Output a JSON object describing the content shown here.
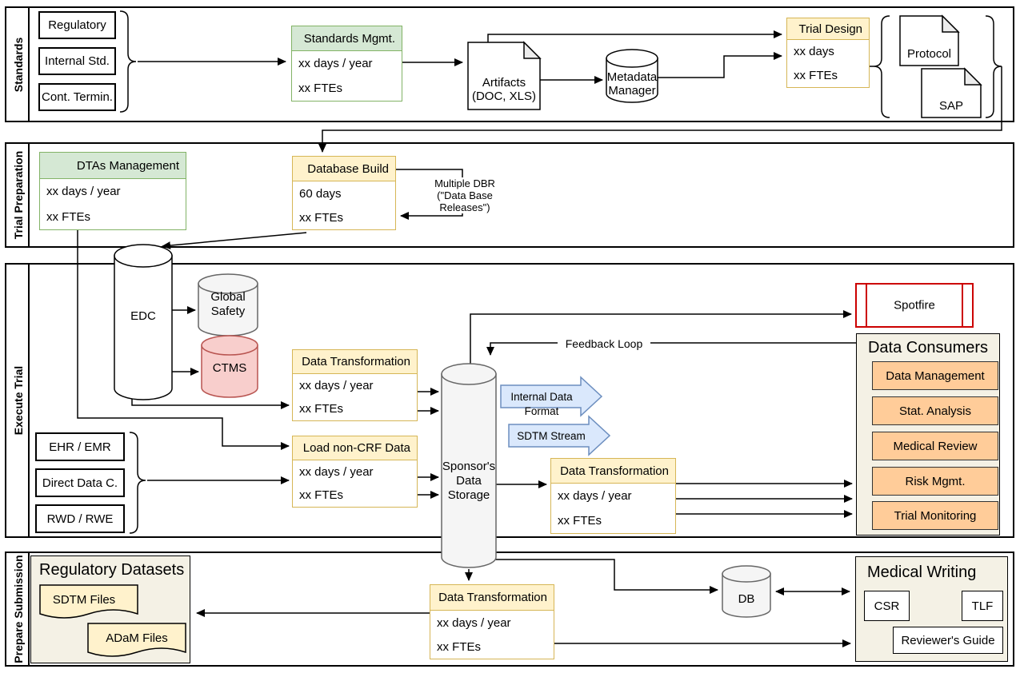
{
  "colors": {
    "green_fill": "#d5e8d4",
    "green_border": "#82b366",
    "yellow_fill": "#fff2cc",
    "yellow_border": "#d6b656",
    "orange_fill": "#ffcc99",
    "red_accent": "#cc0000",
    "pink_fill": "#f8cecc",
    "pink_border": "#b85450",
    "blue_fill": "#dae8fc",
    "blue_border": "#6c8ebf",
    "gray_fill": "#f5f5f5",
    "gray_border": "#666666",
    "beige_fill": "#f4f1e5"
  },
  "lanes": {
    "lane1": "Standards",
    "lane2": "Trial Preparation",
    "lane3": "Execute Trial",
    "lane4": "Prepare Submission"
  },
  "standards": {
    "inputs": [
      "Regulatory",
      "Internal Std.",
      "Cont. Termin."
    ],
    "standards_mgmt": {
      "title": "Standards Mgmt.",
      "row1": "xx days / year",
      "row2": "xx FTEs"
    },
    "artifacts": {
      "line1": "Artifacts",
      "line2": "(DOC, XLS)"
    },
    "metadata_manager": {
      "line1": "Metadata",
      "line2": "Manager"
    },
    "trial_design": {
      "title": "Trial Design",
      "row1": "xx days",
      "row2": "xx FTEs"
    },
    "protocol": "Protocol",
    "sap": "SAP"
  },
  "trial_preparation": {
    "dtas_mgmt": {
      "title": "DTAs Management",
      "row1": "xx days / year",
      "row2": "xx FTEs"
    },
    "database_build": {
      "title": "Database Build",
      "row1": "60 days",
      "row2": "xx FTEs"
    },
    "multiple_dbr": {
      "line1": "Multiple DBR",
      "line2": "(\"Data Base",
      "line3": "Releases\")"
    }
  },
  "execute_trial": {
    "edc": "EDC",
    "global_safety": {
      "line1": "Global",
      "line2": "Safety"
    },
    "ctms": "CTMS",
    "data_transformation1": {
      "title": "Data Transformation",
      "row1": "xx days / year",
      "row2": "xx FTEs"
    },
    "sources": [
      "EHR / EMR",
      "Direct Data C.",
      "RWD / RWE"
    ],
    "load_noncrf": {
      "title": "Load non-CRF Data",
      "row1": "xx days / year",
      "row2": "xx FTEs"
    },
    "sponsor_storage": {
      "line1": "Sponsor's",
      "line2": "Data",
      "line3": "Storage"
    },
    "internal_data_format": "Internal Data Format",
    "sdtm_stream": "SDTM Stream",
    "feedback_loop": "Feedback Loop",
    "spotfire": "Spotfire",
    "data_transformation2": {
      "title": "Data Transformation",
      "row1": "xx days / year",
      "row2": "xx FTEs"
    },
    "data_consumers": {
      "title": "Data Consumers",
      "items": [
        "Data Management",
        "Stat. Analysis",
        "Medical Review",
        "Risk Mgmt.",
        "Trial Monitoring"
      ]
    }
  },
  "prepare_submission": {
    "regulatory_datasets": {
      "title": "Regulatory Datasets",
      "sdtm_files": "SDTM Files",
      "adam_files": "ADaM Files"
    },
    "data_transformation3": {
      "title": "Data Transformation",
      "row1": "xx days / year",
      "row2": "xx FTEs"
    },
    "db": "DB",
    "medical_writing": {
      "title": "Medical Writing",
      "csr": "CSR",
      "tlf": "TLF",
      "reviewers_guide": "Reviewer's Guide"
    }
  }
}
